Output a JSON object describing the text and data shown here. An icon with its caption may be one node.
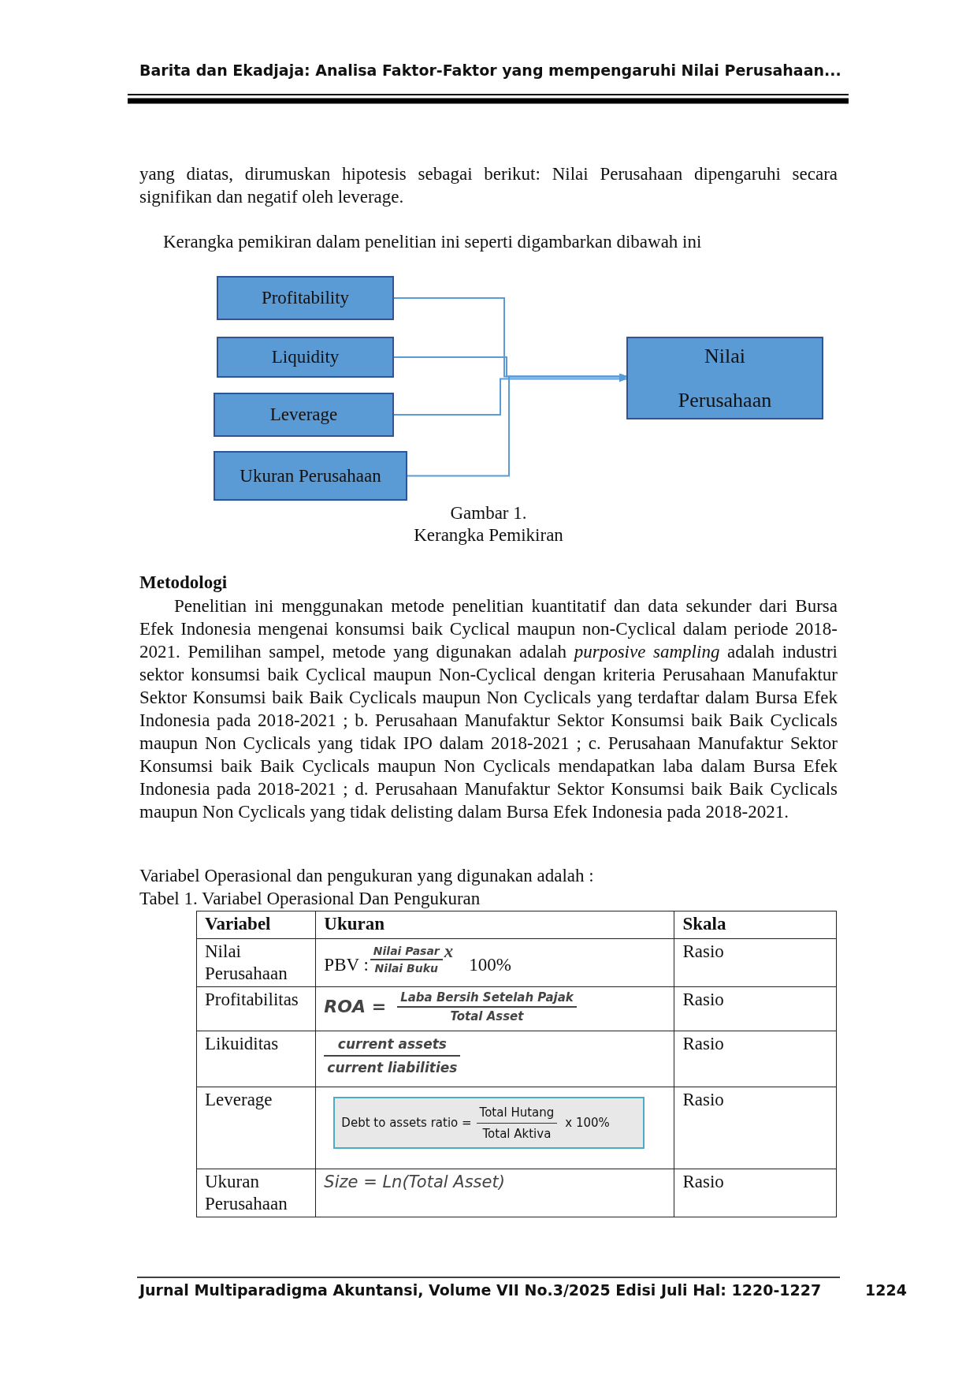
{
  "diagram": {
    "nodes": [
      {
        "text": [
          "Profitability"
        ]
      },
      {
        "text": [
          "Liquidity"
        ]
      },
      {
        "text": [
          "Leverage"
        ]
      },
      {
        "text": [
          "Ukuran Perusahaan"
        ]
      },
      {
        "text": [
          "Nilai Perusahaan"
        ]
      }
    ],
    "edges": [
      {
        "from": 0,
        "to": 4,
        "arrow": "to"
      },
      {
        "from": 1,
        "to": 4,
        "arrow": "to"
      },
      {
        "from": 2,
        "to": 4,
        "arrow": "to"
      },
      {
        "from": 3,
        "to": 4,
        "arrow": "to"
      }
    ],
    "labels": [
      "Barita dan Ekadjaja: Analisa Faktor-Faktor yang mempengaruhi  Nilai Perusahaan...",
      "yang diatas, dirumuskan hipotesis sebagai berikut: Nilai Perusahaan dipengaruhi secara signifikan dan negatif oleh leverage.",
      "Kerangka pemikiran dalam penelitian ini seperti digambarkan dibawah ini",
      "Gambar 1.",
      "Kerangka Pemikiran",
      "Metodologi",
      "Penelitian ini menggunakan metode penelitian kuantitatif dan data sekunder dari Bursa Efek Indonesia mengenai konsumsi baik Cyclical maupun non-Cyclical dalam periode 2018-2021. Pemilihan sampel, metode yang digunakan adalah *purposive sampling* adalah industri sektor konsumsi baik Cyclical maupun Non-Cyclical dengan kriteria Perusahaan Manufaktur Sektor Konsumsi baik Baik Cyclicals maupun Non Cyclicals yang terdaftar dalam Bursa Efek Indonesia pada 2018-2021 ; b. Perusahaan Manufaktur Sektor Konsumsi baik Baik Cyclicals maupun Non Cyclicals yang tidak IPO dalam 2018-2021 ; c. Perusahaan Manufaktur Sektor Konsumsi baik Baik Cyclicals maupun Non Cyclicals mendapatkan laba dalam Bursa Efek Indonesia pada 2018-2021 ; d. Perusahaan Manufaktur Sektor Konsumsi baik Baik Cyclicals maupun Non Cyclicals yang tidak delisting dalam Bursa Efek Indonesia pada 2018-2021.",
      "Variabel Operasional dan pengukuran yang digunakan adalah :",
      "Tabel 1. Variabel Operasional Dan Pengukuran",
      "Variabel",
      "Ukuran",
      "Skala",
      "Nilai Perusahaan",
      "PBV :",
      "Nilai Pasar",
      "Nilai Buku",
      "x",
      "100%",
      "Rasio",
      "Profitabilitas",
      "ROA =",
      "Laba Bersih Setelah Pajak",
      "Total Asset",
      "Rasio",
      "Likuiditas",
      "current assets",
      "current liabilities",
      "Rasio",
      "Leverage",
      "Debt to assets ratio =",
      "Total Hutang",
      "Total Aktiva",
      "x 100%",
      "Rasio",
      "Ukuran Perusahaan",
      "Size = Ln(Total Asset)",
      "Rasio",
      "Jurnal Multiparadigma Akuntansi, Volume VII No.3/2025 Edisi Juli Hal: 1220-1227",
      "1224"
    ]
  }
}
